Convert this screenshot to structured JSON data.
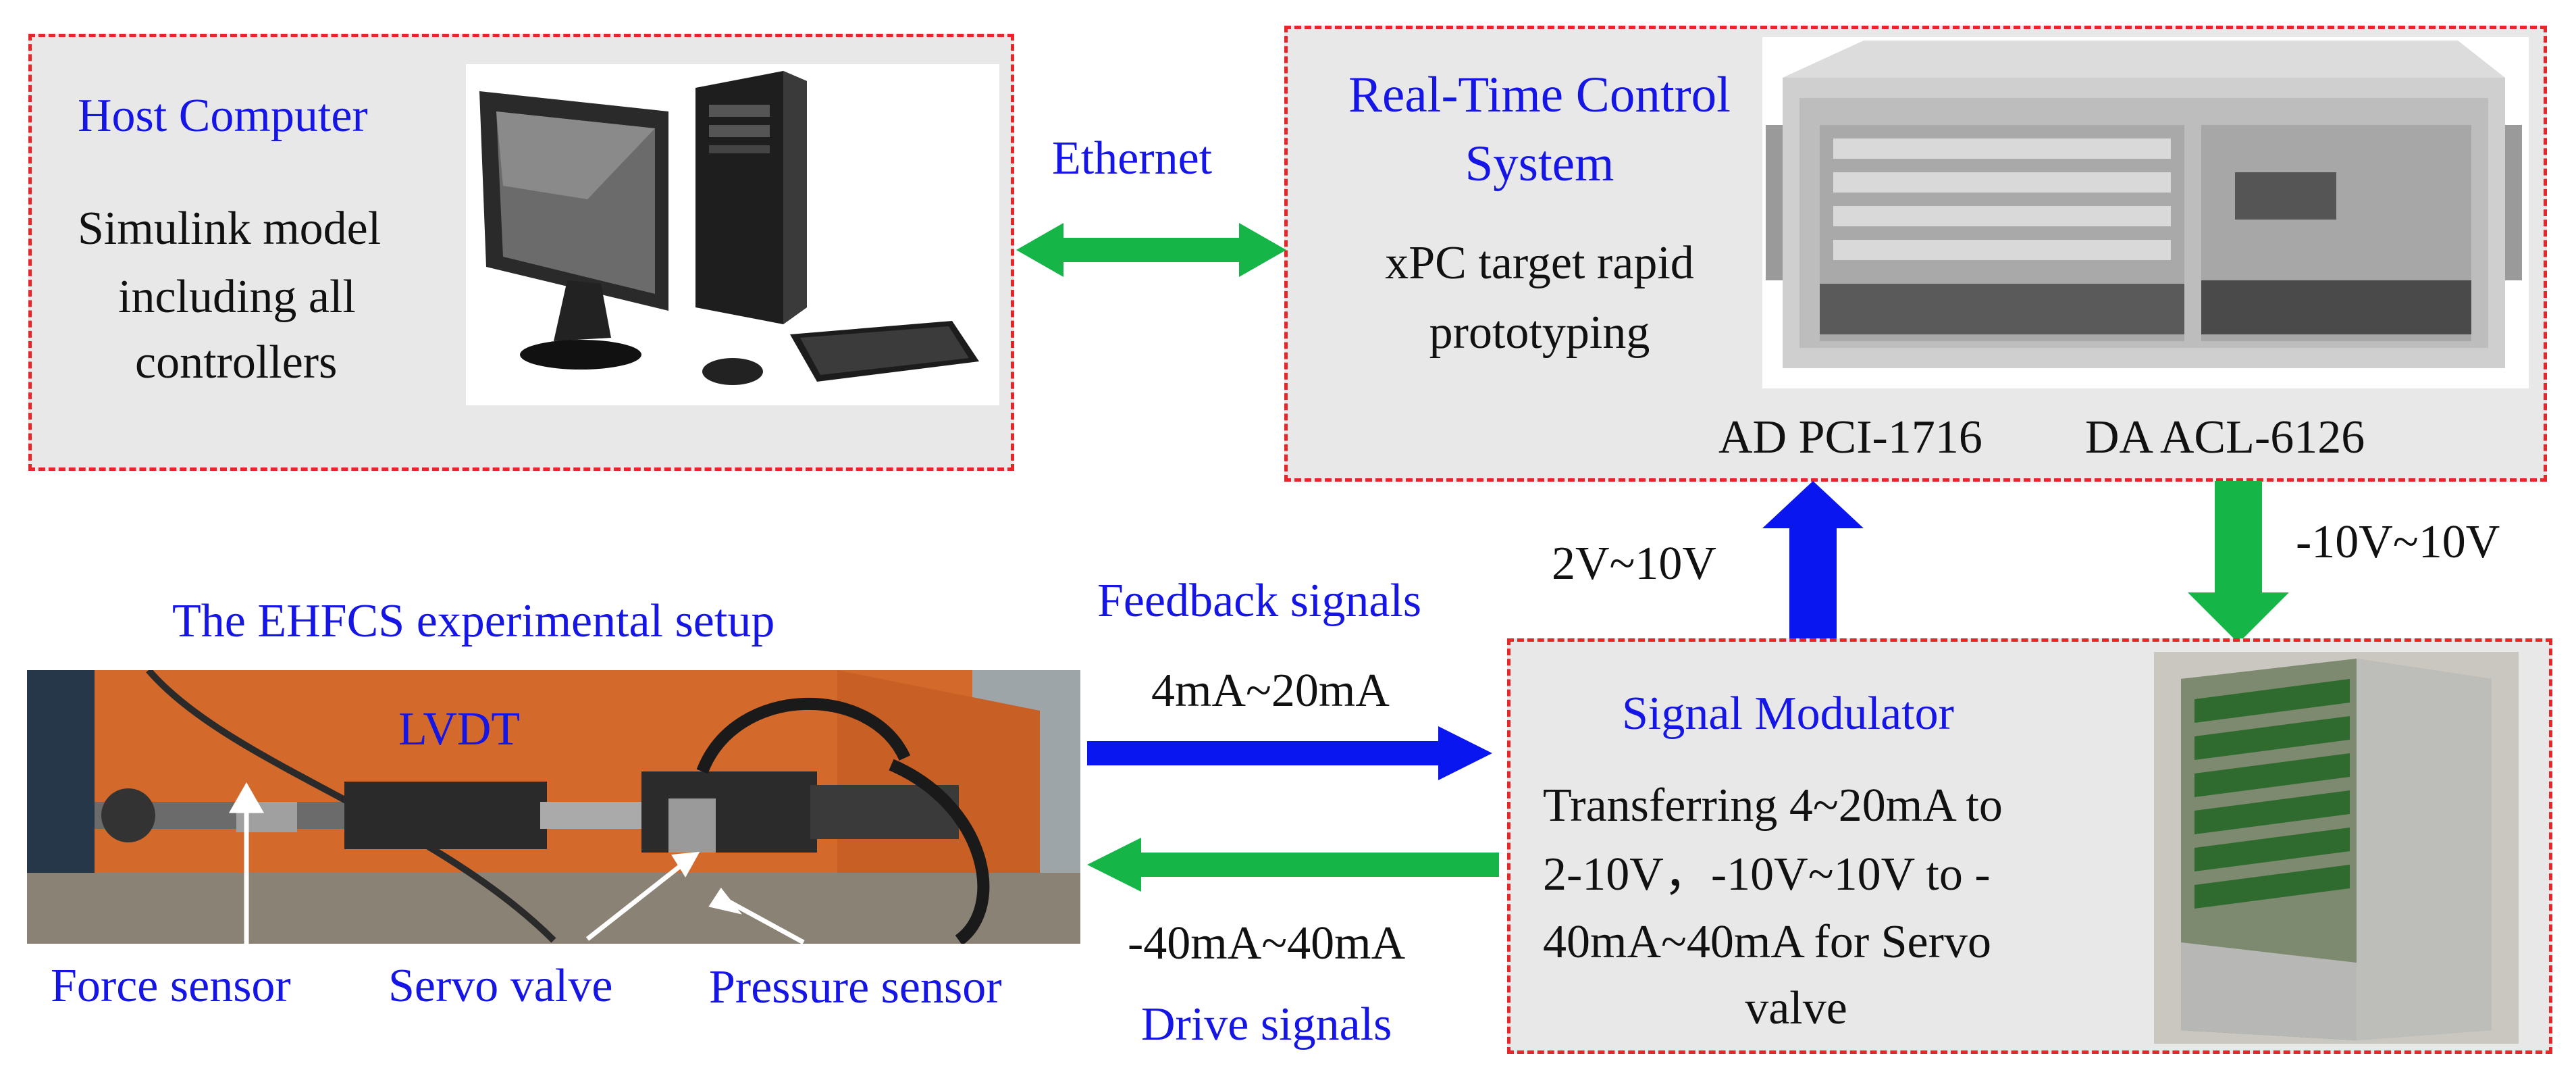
{
  "colors": {
    "box_fill": "#e8e8e8",
    "box_border": "#e8262a",
    "label_blue": "#1515e6",
    "arrow_green": "#16b548",
    "arrow_blue": "#0a16ef"
  },
  "host_computer": {
    "title": "Host Computer",
    "desc_lines": [
      "Simulink model",
      "including all",
      "controllers"
    ],
    "image": "desktop-computer-photo"
  },
  "rtcs": {
    "title_lines": [
      "Real-Time Control",
      "System"
    ],
    "desc_lines": [
      "xPC target rapid",
      "prototyping"
    ],
    "ad_label": "AD PCI-1716",
    "da_label": "DA ACL-6126",
    "image": "rack-mount-industrial-pc-photo"
  },
  "link_ethernet": {
    "label": "Ethernet",
    "icon": "double-arrow-green"
  },
  "link_up": {
    "label": "2V~10V",
    "icon": "arrow-up-blue"
  },
  "link_down": {
    "label": "-10V~10V",
    "icon": "arrow-down-green"
  },
  "feedback": {
    "title": "Feedback signals",
    "value": "4mA~20mA",
    "icon": "arrow-right-blue"
  },
  "drive": {
    "title": "Drive signals",
    "value": "-40mA~40mA",
    "icon": "arrow-left-green"
  },
  "signal_modulator": {
    "title": "Signal Modulator",
    "desc_lines": [
      "Transferring 4~20mA to",
      "2-10V，-10V~10V to -",
      "40mA~40mA for Servo",
      "valve"
    ],
    "image": "signal-modulator-board-rack-photo"
  },
  "setup": {
    "title": "The EHFCS experimental setup",
    "lvdt_label": "LVDT",
    "force_sensor": "Force sensor",
    "servo_valve": "Servo valve",
    "pressure_sensor": "Pressure sensor",
    "image": "hydraulic-test-rig-photo"
  }
}
